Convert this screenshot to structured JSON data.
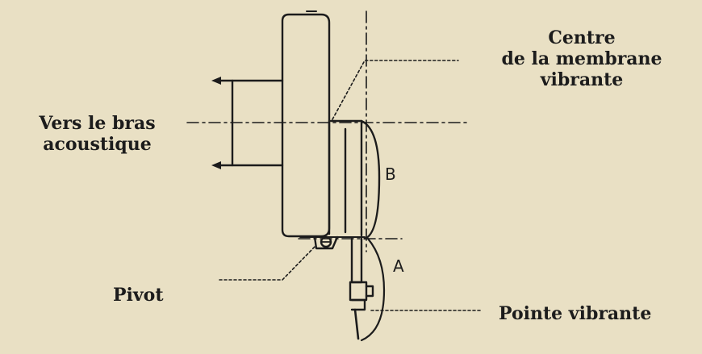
{
  "labels": {
    "membrane_center_line1": "Centre",
    "membrane_center_line2": "de la membrane",
    "membrane_center_line3": "vibrante",
    "acoustic_arm_line1": "Vers le bras",
    "acoustic_arm_line2": "acoustique",
    "pivot": "Pivot",
    "vibrating_point": "Pointe vibrante",
    "part_a": "A",
    "part_b": "B"
  },
  "colors": {
    "paper": "#e9e0c4",
    "ink": "#1c1c1c"
  }
}
